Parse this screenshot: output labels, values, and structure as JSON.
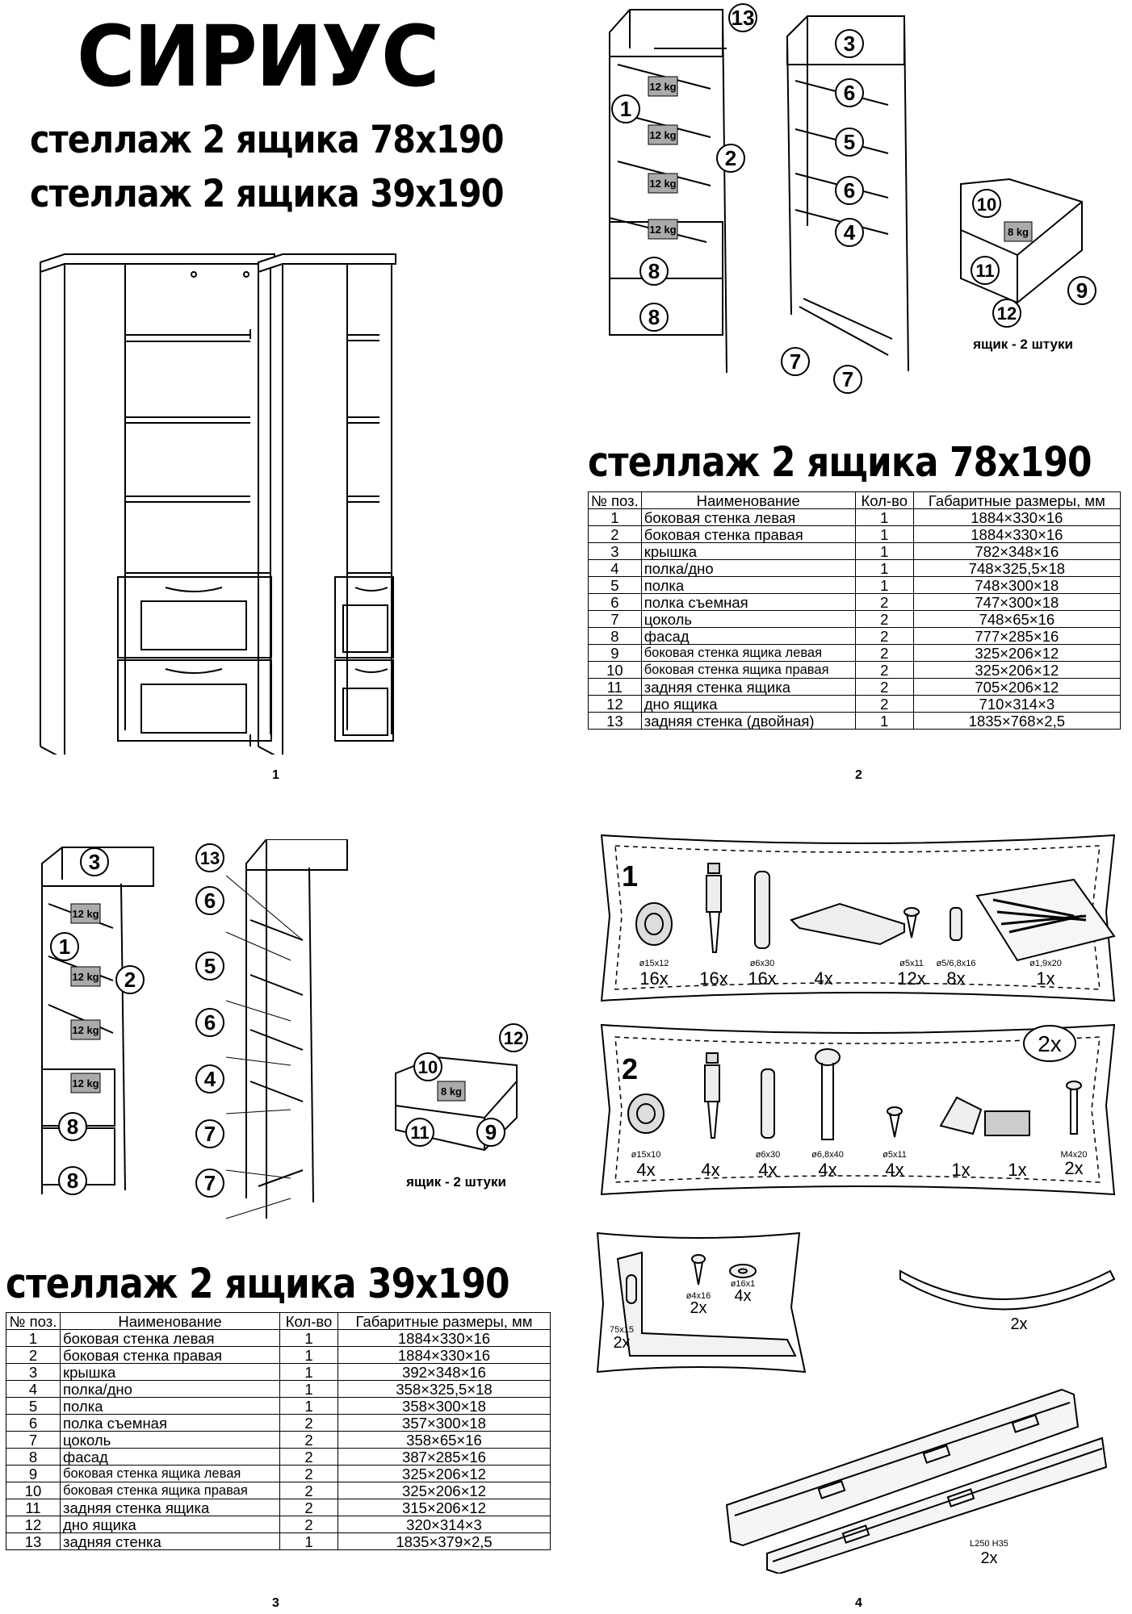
{
  "header": {
    "title": "СИРИУС",
    "subtitle_1": "стеллаж 2 ящика 78х190",
    "subtitle_2": "стеллаж 2 ящика 39х190"
  },
  "page_numbers": [
    "1",
    "2",
    "3",
    "4"
  ],
  "weight_badges": {
    "shelf": "12 kg",
    "drawer": "8 kg"
  },
  "drawer_caption": "ящик - 2 штуки",
  "table_78": {
    "title": "стеллаж 2 ящика 78х190",
    "headers": [
      "№ поз.",
      "Наименование",
      "Кол-во",
      "Габаритные размеры, мм"
    ],
    "rows": [
      [
        "1",
        "боковая стенка левая",
        "1",
        "1884×330×16"
      ],
      [
        "2",
        "боковая стенка правая",
        "1",
        "1884×330×16"
      ],
      [
        "3",
        "крышка",
        "1",
        "782×348×16"
      ],
      [
        "4",
        "полка/дно",
        "1",
        "748×325,5×18"
      ],
      [
        "5",
        "полка",
        "1",
        "748×300×18"
      ],
      [
        "6",
        "полка съемная",
        "2",
        "747×300×18"
      ],
      [
        "7",
        "цоколь",
        "2",
        "748×65×16"
      ],
      [
        "8",
        "фасад",
        "2",
        "777×285×16"
      ],
      [
        "9",
        "боковая стенка ящика левая",
        "2",
        "325×206×12"
      ],
      [
        "10",
        "боковая стенка ящика правая",
        "2",
        "325×206×12"
      ],
      [
        "11",
        "задняя стенка ящика",
        "2",
        "705×206×12"
      ],
      [
        "12",
        "дно ящика",
        "2",
        "710×314×3"
      ],
      [
        "13",
        "задняя стенка (двойная)",
        "1",
        "1835×768×2,5"
      ]
    ]
  },
  "table_39": {
    "title": "стеллаж 2 ящика 39х190",
    "headers": [
      "№ поз.",
      "Наименование",
      "Кол-во",
      "Габаритные размеры, мм"
    ],
    "rows": [
      [
        "1",
        "боковая стенка левая",
        "1",
        "1884×330×16"
      ],
      [
        "2",
        "боковая стенка правая",
        "1",
        "1884×330×16"
      ],
      [
        "3",
        "крышка",
        "1",
        "392×348×16"
      ],
      [
        "4",
        "полка/дно",
        "1",
        "358×325,5×18"
      ],
      [
        "5",
        "полка",
        "1",
        "358×300×18"
      ],
      [
        "6",
        "полка съемная",
        "2",
        "357×300×18"
      ],
      [
        "7",
        "цоколь",
        "2",
        "358×65×16"
      ],
      [
        "8",
        "фасад",
        "2",
        "387×285×16"
      ],
      [
        "9",
        "боковая стенка ящика левая",
        "2",
        "325×206×12"
      ],
      [
        "10",
        "боковая стенка ящика правая",
        "2",
        "325×206×12"
      ],
      [
        "11",
        "задняя стенка ящика",
        "2",
        "315×206×12"
      ],
      [
        "12",
        "дно ящика",
        "2",
        "320×314×3"
      ],
      [
        "13",
        "задняя стенка",
        "1",
        "1835×379×2,5"
      ]
    ]
  },
  "hardware_bag_1": {
    "label": "1",
    "items": [
      {
        "spec": "ø15x12",
        "count": "16x",
        "icon": "cam-lock-icon"
      },
      {
        "spec": "",
        "count": "16x",
        "icon": "cam-bolt-icon"
      },
      {
        "spec": "ø6x30",
        "count": "16x",
        "icon": "dowel-icon"
      },
      {
        "spec": "",
        "count": "4x",
        "icon": "handle-icon"
      },
      {
        "spec": "ø5x11",
        "count": "12x",
        "icon": "screw-icon"
      },
      {
        "spec": "ø5/6,8x16",
        "count": "8x",
        "icon": "shelf-pin-icon"
      },
      {
        "spec": "ø1,9x20",
        "count": "1x",
        "icon": "nails-bag-icon"
      }
    ]
  },
  "hardware_bag_2": {
    "label": "2",
    "multiplier": "2x",
    "items": [
      {
        "spec": "ø15x10",
        "count": "4x",
        "icon": "cam-lock-icon"
      },
      {
        "spec": "",
        "count": "4x",
        "icon": "cam-bolt-icon"
      },
      {
        "spec": "ø6x30",
        "count": "4x",
        "icon": "dowel-icon"
      },
      {
        "spec": "ø6,8x40",
        "count": "4x",
        "icon": "confirmat-screw-icon"
      },
      {
        "spec": "ø5x11",
        "count": "4x",
        "icon": "screw-icon"
      },
      {
        "spec": "",
        "count": "1x",
        "icon": "corner-bracket-icon"
      },
      {
        "spec": "",
        "count": "1x",
        "icon": "felt-pads-icon"
      },
      {
        "spec": "M4x20",
        "count": "2x",
        "icon": "bolt-icon"
      }
    ]
  },
  "hardware_bag_3": {
    "bracket_spec": "75x15",
    "bracket_count": "2x",
    "screw_spec": "ø4x16",
    "screw_count": "2x",
    "washer_spec": "ø16x1",
    "washer_count": "4x"
  },
  "plinth_arc": {
    "count": "2x"
  },
  "slides": {
    "spec": "L250 H35",
    "count": "2x"
  }
}
